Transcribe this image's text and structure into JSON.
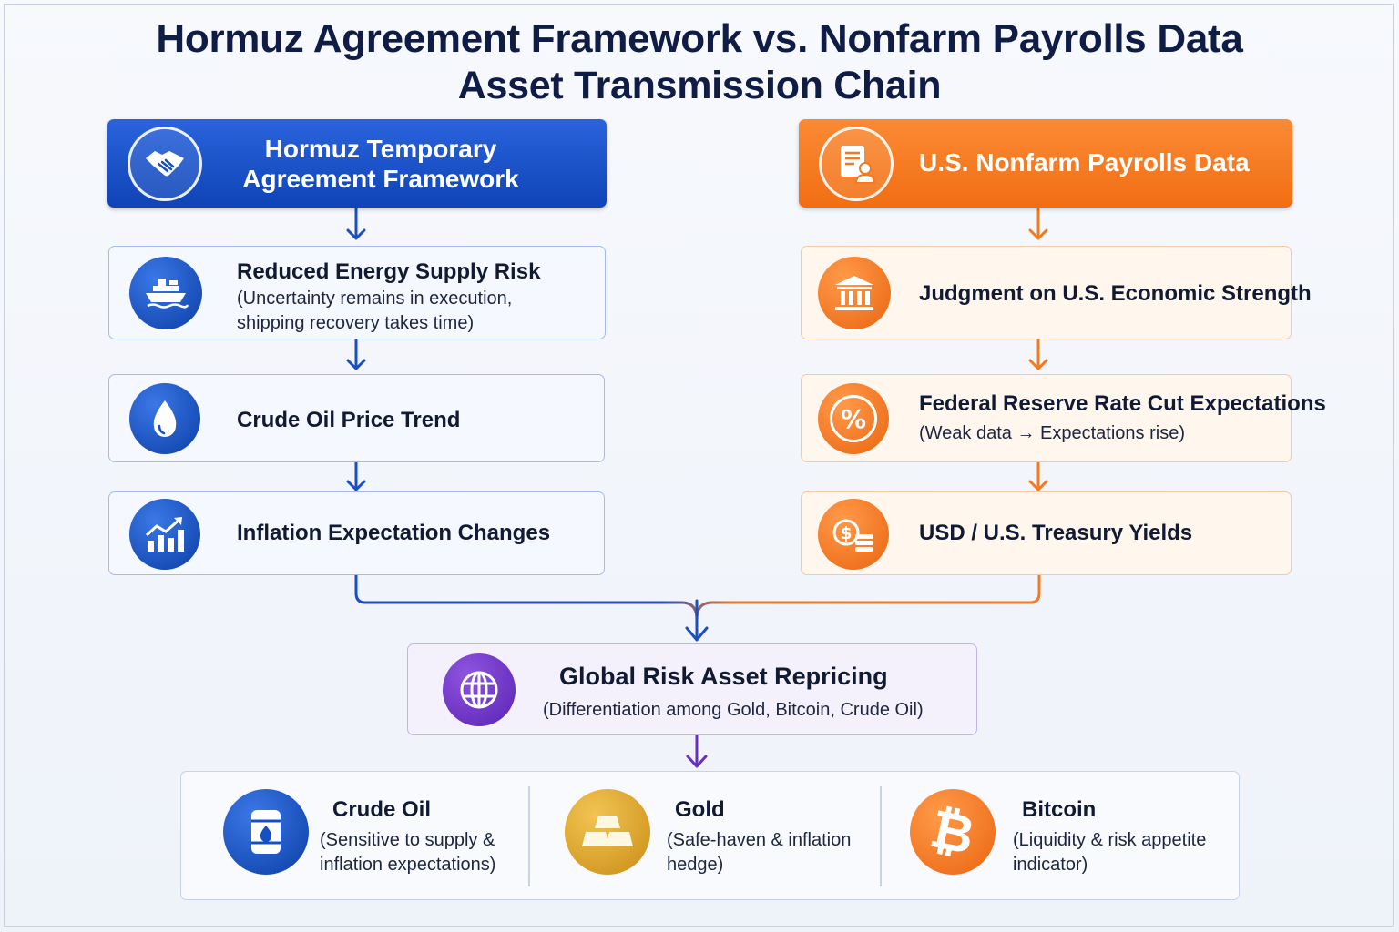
{
  "title": {
    "line1": "Hormuz Agreement Framework vs. Nonfarm Payrolls Data",
    "line2": "Asset Transmission Chain"
  },
  "left_chain": {
    "header": {
      "line1": "Hormuz Temporary",
      "line2": "Agreement Framework",
      "icon": "handshake-icon"
    },
    "steps": [
      {
        "title": "Reduced Energy Supply Risk",
        "sub1": "(Uncertainty remains in execution,",
        "sub2": "shipping recovery takes time)",
        "icon": "cargo-ship-icon"
      },
      {
        "title": "Crude Oil Price Trend",
        "icon": "oil-drop-icon"
      },
      {
        "title": "Inflation Expectation Changes",
        "icon": "rising-chart-icon"
      }
    ]
  },
  "right_chain": {
    "header": {
      "label": "U.S. Nonfarm Payrolls Data",
      "icon": "report-document-icon"
    },
    "steps": [
      {
        "title": "Judgment on U.S. Economic Strength",
        "icon": "bank-building-icon"
      },
      {
        "title": "Federal Reserve Rate Cut Expectations",
        "sub1": "(Weak data → Expectations rise)",
        "icon": "percent-icon"
      },
      {
        "title": "USD / U.S. Treasury Yields",
        "icon": "dollar-coins-icon"
      }
    ]
  },
  "convergence": {
    "title": "Global Risk Asset Repricing",
    "sub": "(Differentiation among Gold, Bitcoin, Crude Oil)",
    "icon": "globe-icon"
  },
  "assets": [
    {
      "name": "Crude Oil",
      "sub1": "(Sensitive to supply &",
      "sub2": "inflation expectations)",
      "icon": "oil-barrel-icon"
    },
    {
      "name": "Gold",
      "sub1": "(Safe-haven & inflation",
      "sub2": "hedge)",
      "icon": "gold-bars-icon"
    },
    {
      "name": "Bitcoin",
      "sub1": "(Liquidity & risk appetite",
      "sub2": "indicator)",
      "icon": "bitcoin-icon"
    }
  ],
  "colors": {
    "blue": "#1450c4",
    "orange": "#f47a1f",
    "purple": "#6a2fc0",
    "gold": "#d9a227",
    "title": "#0f1c45"
  }
}
